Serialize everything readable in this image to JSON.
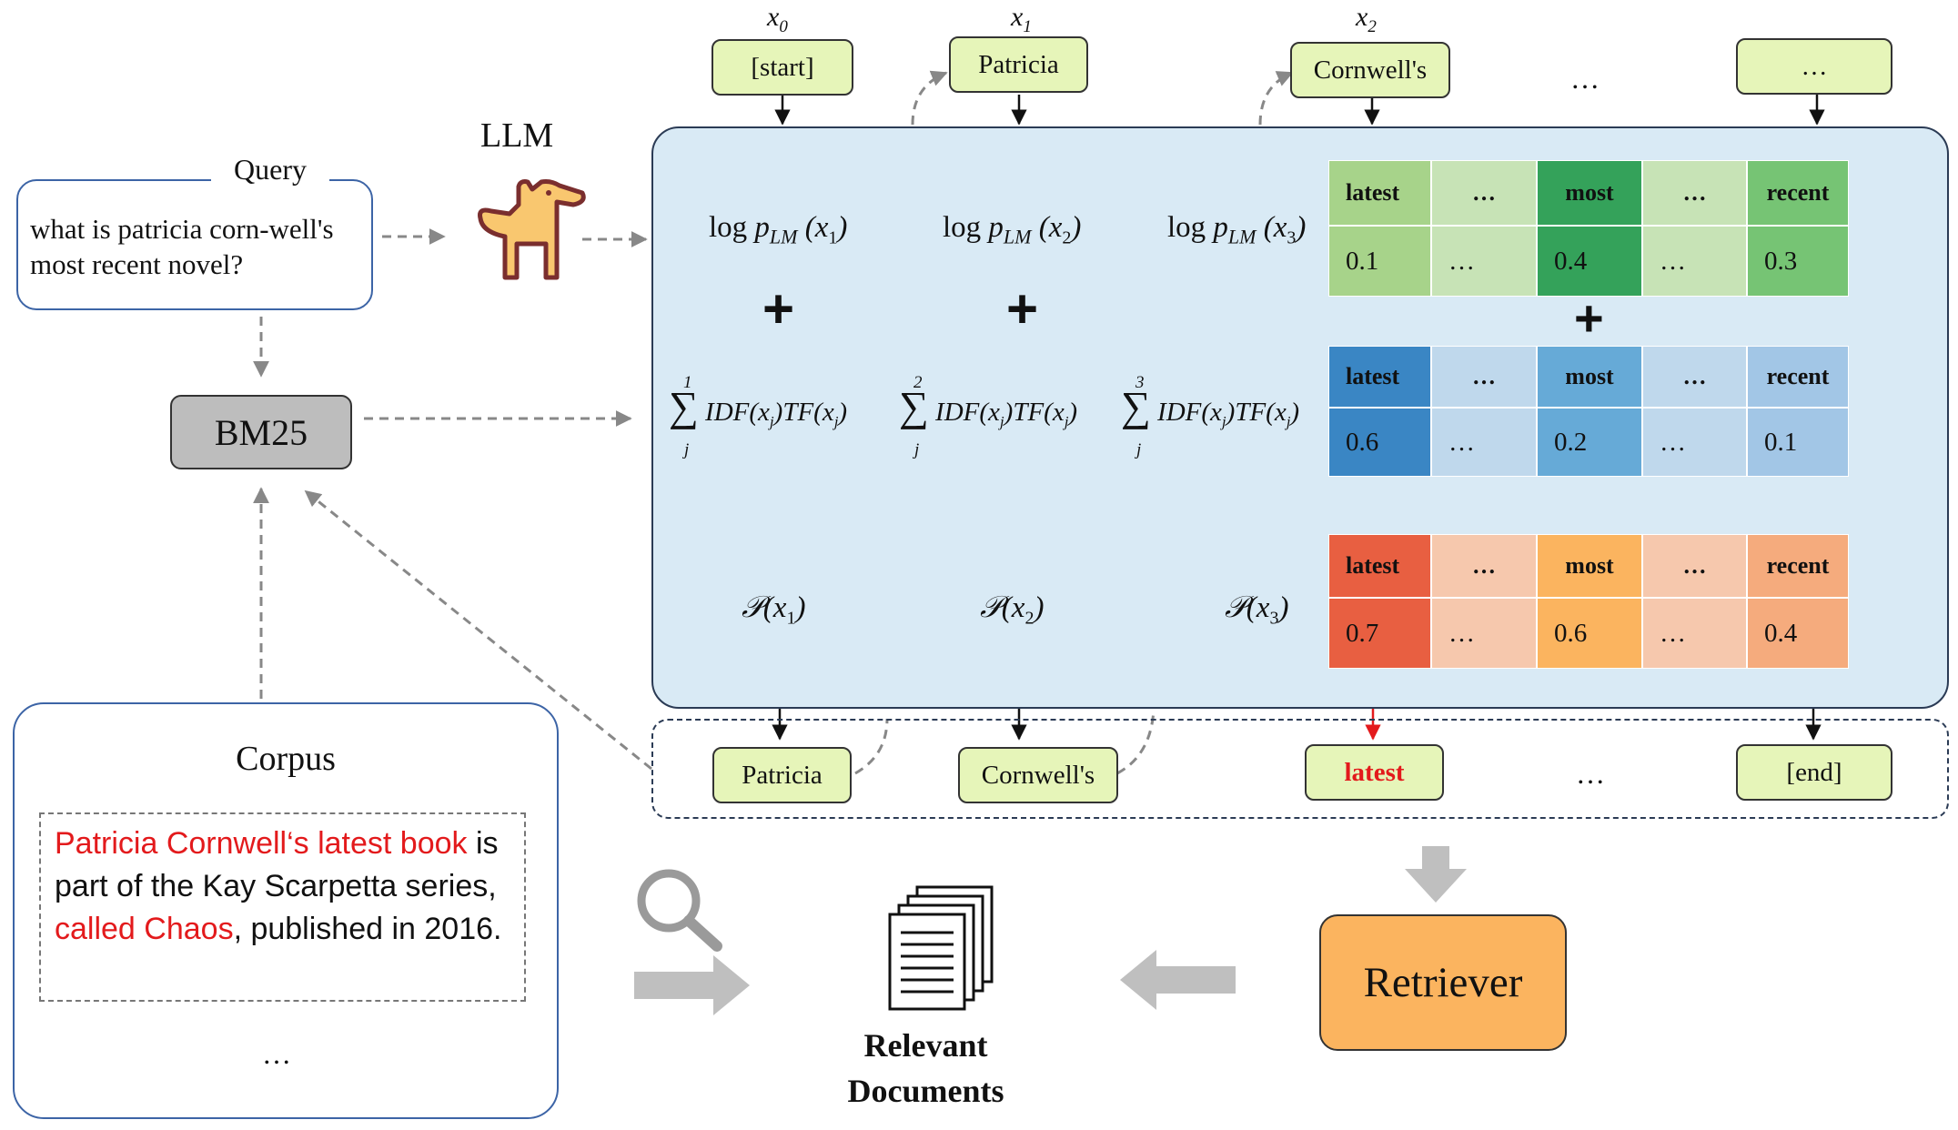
{
  "top_tokens": [
    {
      "var": "x",
      "sub": "0",
      "label": "[start]"
    },
    {
      "var": "x",
      "sub": "1",
      "label": "Patricia"
    },
    {
      "var": "x",
      "sub": "2",
      "label": "Cornwell's"
    },
    {
      "label": "…"
    }
  ],
  "top_ellipsis": "…",
  "query": {
    "title": "Query",
    "text": "what is patricia corn-well's most recent novel?"
  },
  "llm_label": "LLM",
  "bm25_label": "BM25",
  "lm_terms": [
    "log p_LM (x_1)",
    "log p_LM (x_2)",
    "log p_LM (x_3)"
  ],
  "lm_parts": {
    "log": "log",
    "p": "p",
    "lm": "LM"
  },
  "sum_terms": [
    {
      "upper": "1",
      "lower": "j",
      "expr": "IDF(x_j)TF(x_j)"
    },
    {
      "upper": "2",
      "lower": "j",
      "expr": "IDF(x_j)TF(x_j)"
    },
    {
      "upper": "3",
      "lower": "j",
      "expr": "IDF(x_j)TF(x_j)"
    }
  ],
  "sum_parts": {
    "sigma": "∑",
    "idf": "IDF",
    "tf": "TF"
  },
  "p_terms": [
    "𝒫(x_1)",
    "𝒫(x_2)",
    "𝒫(x_3)"
  ],
  "p_symbol": "𝒫",
  "plus": "+",
  "tables": {
    "lm": {
      "header": [
        "latest",
        "…",
        "most",
        "…",
        "recent"
      ],
      "values": [
        "0.1",
        "…",
        "0.4",
        "…",
        "0.3"
      ],
      "header_colors": [
        "#a7d38a",
        "#c7e3b6",
        "#34a25a",
        "#c7e3b6",
        "#76c474"
      ],
      "value_colors": [
        "#a7d38a",
        "#c7e3b6",
        "#34a25a",
        "#c7e3b6",
        "#76c474"
      ]
    },
    "bm25": {
      "header": [
        "latest",
        "…",
        "most",
        "…",
        "recent"
      ],
      "values": [
        "0.6",
        "…",
        "0.2",
        "…",
        "0.1"
      ],
      "header_colors": [
        "#3a86c4",
        "#bfd8ec",
        "#66aad7",
        "#bfd8ec",
        "#a2c6e6"
      ],
      "value_colors": [
        "#3a86c4",
        "#bfd8ec",
        "#66aad7",
        "#bfd8ec",
        "#a2c6e6"
      ]
    },
    "combined": {
      "header": [
        "latest",
        "…",
        "most",
        "…",
        "recent"
      ],
      "values": [
        "0.7",
        "…",
        "0.6",
        "…",
        "0.4"
      ],
      "header_colors": [
        "#e85f41",
        "#f6c8ad",
        "#fbb45f",
        "#f6c8ad",
        "#f5ab7d"
      ],
      "value_colors": [
        "#e85f41",
        "#f6c8ad",
        "#fbb45f",
        "#f6c8ad",
        "#f5ab7d"
      ]
    }
  },
  "output_tokens": [
    "Patricia",
    "Cornwell's",
    "latest",
    "…",
    "[end]"
  ],
  "output_highlight": "#e31a1c",
  "corpus": {
    "title": "Corpus",
    "doc_red_1": "Patricia Cornwell‘s latest book",
    "doc_black_1": "is part of the Kay Scarpetta series,",
    "doc_red_2": "called Chaos",
    "doc_black_2": ", published in 2016.",
    "ellipsis": "…"
  },
  "relevant_documents": "Relevant Documents",
  "retriever_label": "Retriever",
  "colors": {
    "token_fill": "#e6f5b9",
    "panel_fill": "#d9eaf5",
    "retriever_fill": "#fbb45f",
    "bm25_fill": "#bdbdbd",
    "arrow_gray": "#bfbfbf"
  }
}
